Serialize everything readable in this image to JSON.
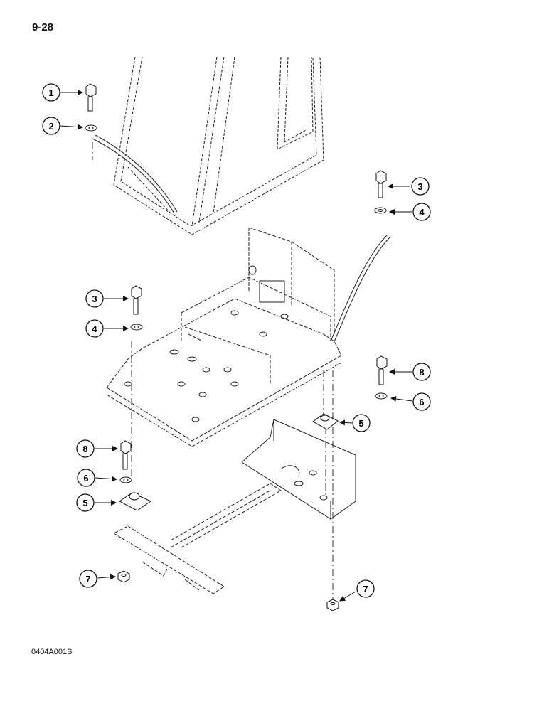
{
  "page": {
    "number": "9-28",
    "figure_code": "0404A001S"
  },
  "callouts": {
    "c1": "1",
    "c2": "2",
    "c3a": "3",
    "c4a": "4",
    "c3b": "3",
    "c4b": "4",
    "c8a": "8",
    "c6a": "6",
    "c5a": "5",
    "c8b": "8",
    "c6b": "6",
    "c5b": "5",
    "c7a": "7",
    "c7b": "7"
  }
}
